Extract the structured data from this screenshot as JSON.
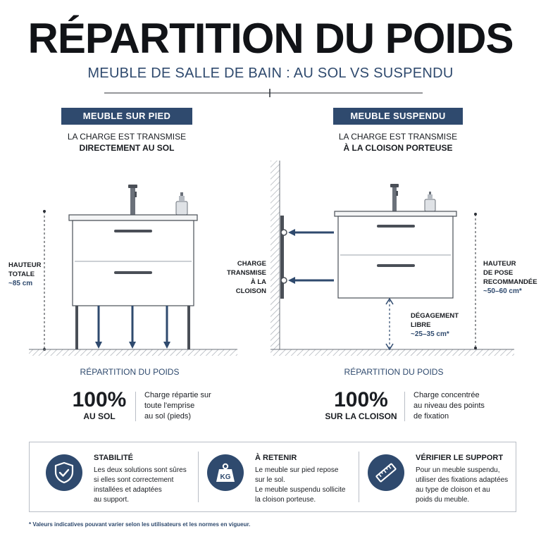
{
  "header": {
    "title": "RÉPARTITION DU POIDS",
    "subtitle": "MEUBLE DE SALLE DE BAIN : AU SOL VS SUSPENDU"
  },
  "left": {
    "banner": "MEUBLE SUR PIED",
    "caption_line1": "LA CHARGE EST TRANSMISE",
    "caption_line2": "DIRECTEMENT AU SOL",
    "height_label_line1": "HAUTEUR",
    "height_label_line2": "TOTALE",
    "height_value": "~85 cm",
    "repartition_title": "RÉPARTITION DU POIDS",
    "percent": "100%",
    "percent_label": "AU SOL",
    "desc_line1": "Charge répartie sur",
    "desc_line2": "toute l'emprise",
    "desc_line3": "au sol (pieds)"
  },
  "right": {
    "banner": "MEUBLE SUSPENDU",
    "caption_line1": "LA CHARGE EST TRANSMISE",
    "caption_line2": "À LA CLOISON PORTEUSE",
    "charge_label_line1": "CHARGE",
    "charge_label_line2": "TRANSMISE",
    "charge_label_line3": "À LA CLOISON",
    "height_label_line1": "HAUTEUR",
    "height_label_line2": "DE POSE",
    "height_label_line3": "RECOMMANDÉE",
    "height_value": "~50–60 cm*",
    "clearance_line1": "DÉGAGEMENT",
    "clearance_line2": "LIBRE",
    "clearance_value": "~25–35 cm*",
    "repartition_title": "RÉPARTITION DU POIDS",
    "percent": "100%",
    "percent_label": "SUR LA CLOISON",
    "desc_line1": "Charge concentrée",
    "desc_line2": "au niveau des points",
    "desc_line3": "de fixation"
  },
  "info": [
    {
      "icon": "shield-check-icon",
      "title": "STABILITÉ",
      "lines": [
        "Les deux solutions sont sûres",
        "si elles sont correctement",
        "installées et adaptées",
        "au support."
      ]
    },
    {
      "icon": "weight-kg-icon",
      "title": "À RETENIR",
      "icon_text": "KG",
      "lines": [
        "Le meuble sur pied repose",
        "sur le sol.",
        "Le meuble suspendu sollicite",
        "la cloison porteuse."
      ]
    },
    {
      "icon": "ruler-icon",
      "title": "VÉRIFIER LE SUPPORT",
      "lines": [
        "Pour un meuble suspendu,",
        "utiliser des fixations adaptées",
        "au type de cloison et au",
        "poids du meuble."
      ]
    }
  ],
  "footnote": "* Valeurs indicatives pouvant varier selon les utilisateurs et les normes en vigueur.",
  "colors": {
    "accent": "#2f4a6e",
    "text": "#1a1d22",
    "line": "#b9bec6"
  }
}
